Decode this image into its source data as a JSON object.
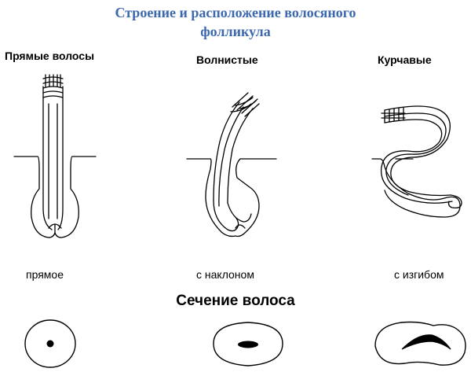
{
  "title": {
    "line1": "Строение и расположение волосяного",
    "line2": "фолликула",
    "color": "#3c68b0"
  },
  "hair_types": [
    {
      "label": "Прямые волосы",
      "position_caption": "прямое"
    },
    {
      "label": "Волнистые",
      "position_caption": "с наклоном"
    },
    {
      "label": "Курчавые",
      "position_caption": "с изгибом"
    }
  ],
  "cross_section": {
    "heading": "Сечение волоса",
    "shapes": [
      "round",
      "oval",
      "kidney"
    ]
  }
}
